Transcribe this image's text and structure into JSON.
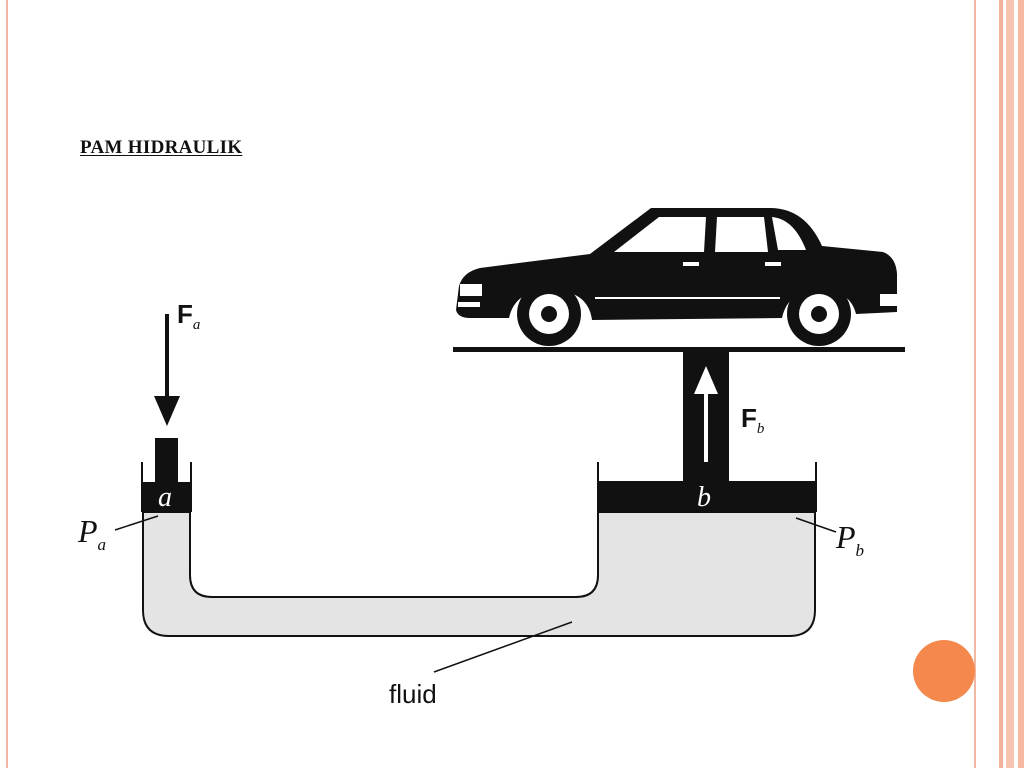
{
  "slide": {
    "title": "PAM HIDRAULIK",
    "accent_color": "#f5884d",
    "frame_color": "#f2b8a4"
  },
  "diagram": {
    "force_a": {
      "symbol": "F",
      "subscript": "a"
    },
    "force_b": {
      "symbol": "F",
      "subscript": "b"
    },
    "piston_a_label": "a",
    "piston_b_label": "b",
    "pressure_a": {
      "symbol": "P",
      "subscript": "a"
    },
    "pressure_b": {
      "symbol": "P",
      "subscript": "b"
    },
    "fluid_label": "fluid",
    "fluid_color": "#e4e4e4",
    "ink_color": "#111111",
    "vehicle_icon": "car-icon"
  }
}
